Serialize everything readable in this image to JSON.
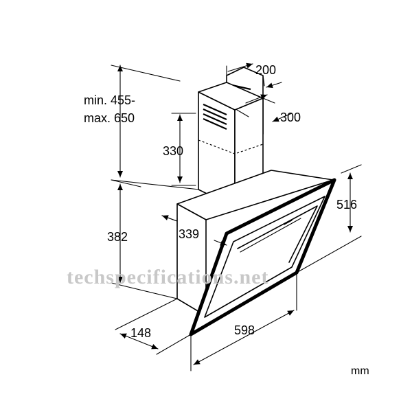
{
  "dimensions": {
    "chimney_height_min": "min. 455-",
    "chimney_height_max": "max. 650",
    "chimney_width": "200",
    "chimney_depth": "300",
    "chimney_section": "330",
    "body_height": "382",
    "body_depth_top": "339",
    "canopy_height": "516",
    "body_depth_bottom": "148",
    "width": "598"
  },
  "unit": "mm",
  "watermark": "techspecifications.net"
}
